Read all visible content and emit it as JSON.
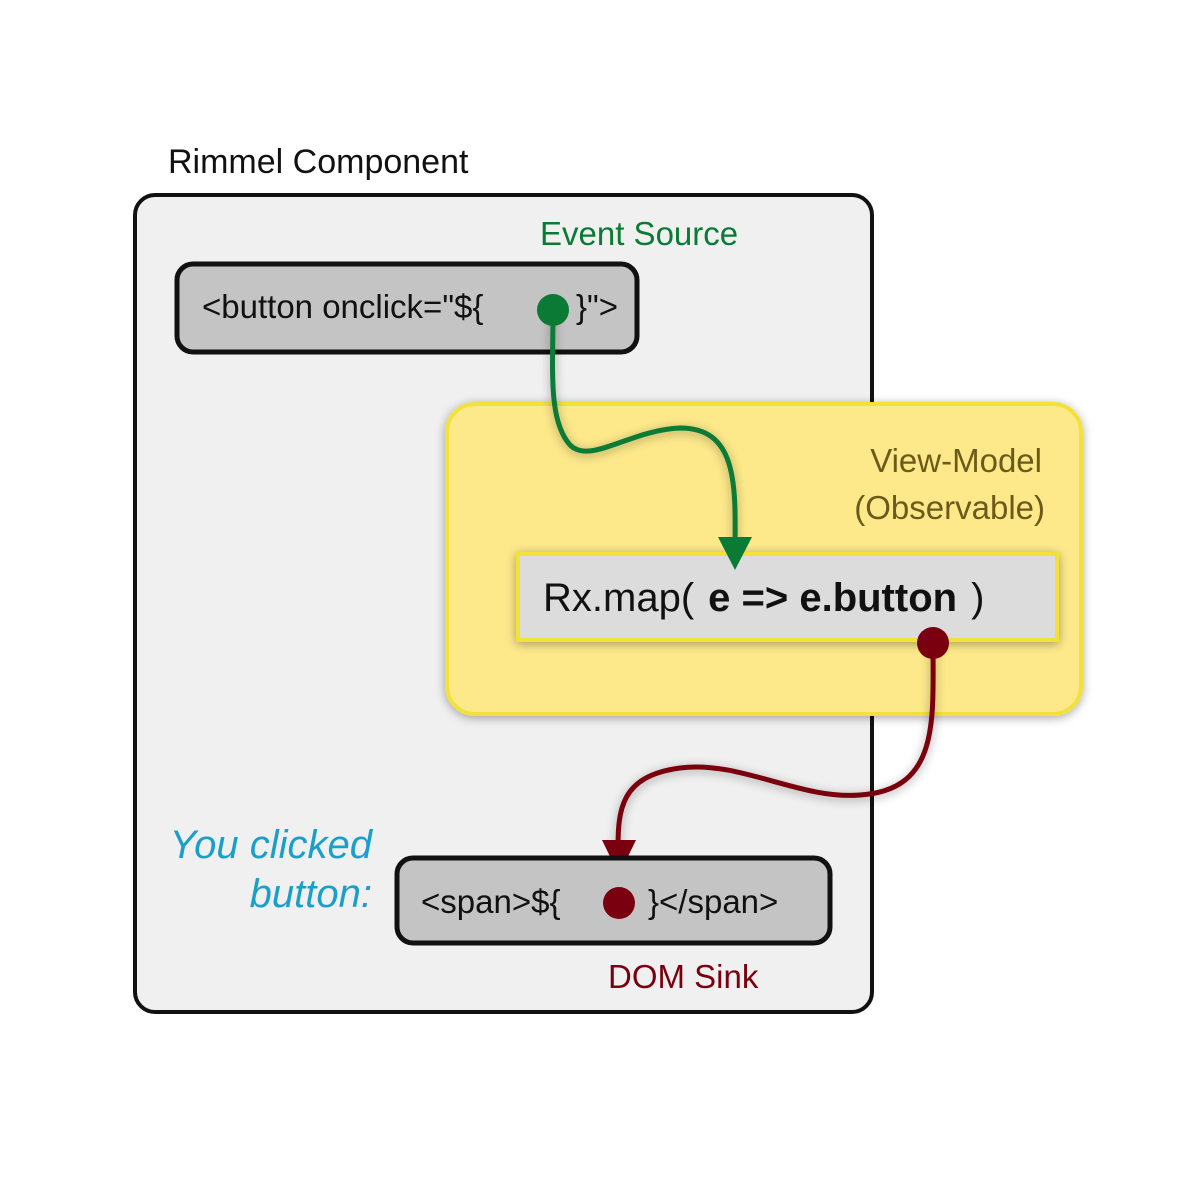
{
  "component": {
    "title": "Rimmel Component"
  },
  "event_source": {
    "label": "Event Source",
    "code": "<button onclick=\"${",
    "code_close": "}\">"
  },
  "view_model": {
    "label_line1": "View-Model",
    "label_line2": "(Observable)",
    "code_prefix": "Rx.map(",
    "code_bold": "e => e.button",
    "code_suffix": ")"
  },
  "dom_sink": {
    "label": "DOM Sink",
    "code_open": "<span>${",
    "code_close": "}</span>"
  },
  "annotation": {
    "line1": "You clicked",
    "line2": "button:"
  },
  "colors": {
    "event_green": "#0a7a35",
    "sink_red": "#7a0010",
    "annotation_blue": "#1a9fca",
    "yellow_fill": "#fde98a",
    "yellow_stroke": "#f3e13a",
    "component_fill": "#f0f0f0",
    "code_box_fill": "#c4c4c4",
    "view_model_text": "#6b5a1a"
  }
}
